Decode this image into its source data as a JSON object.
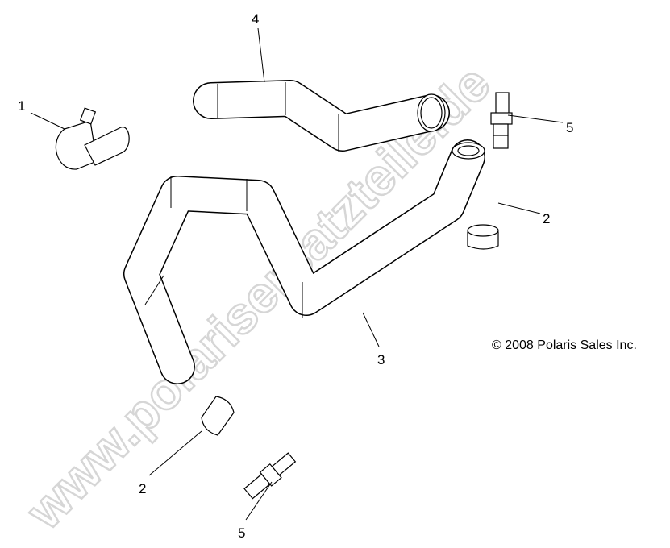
{
  "watermark": "www.polarisersatzteile.de",
  "copyright": "© 2008 Polaris Sales Inc.",
  "callouts": [
    {
      "label": "1",
      "part": "clamp"
    },
    {
      "label": "4",
      "part": "hose-upper"
    },
    {
      "label": "5",
      "part": "fitting-upper"
    },
    {
      "label": "2",
      "part": "sleeve-upper"
    },
    {
      "label": "3",
      "part": "hose-lower"
    },
    {
      "label": "2",
      "part": "sleeve-lower"
    },
    {
      "label": "5",
      "part": "fitting-lower"
    }
  ]
}
